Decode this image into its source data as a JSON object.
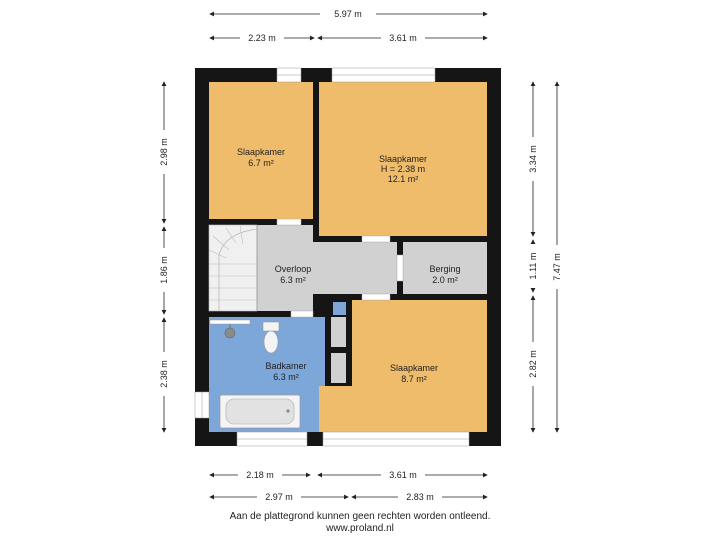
{
  "dimensions": {
    "top_total": "5.97 m",
    "top_left": "2.23 m",
    "top_right": "3.61 m",
    "bottom_left_1": "2.18 m",
    "bottom_right_1": "3.61 m",
    "bottom_left_2": "2.97 m",
    "bottom_right_2": "2.83 m",
    "left_top": "2.98 m",
    "left_middle": "1.86 m",
    "left_bottom": "2.38 m",
    "right_top": "3.34 m",
    "right_middle": "1.11 m",
    "right_bottom": "2.82 m",
    "right_total": "7.47 m"
  },
  "rooms": {
    "slaapkamer_1": {
      "name": "Slaapkamer",
      "area": "6.7 m²"
    },
    "slaapkamer_2": {
      "name": "Slaapkamer",
      "height": "H = 2.38 m",
      "area": "12.1 m²"
    },
    "overloop": {
      "name": "Overloop",
      "area": "6.3 m²"
    },
    "berging": {
      "name": "Berging",
      "area": "2.0 m²"
    },
    "badkamer": {
      "name": "Badkamer",
      "area": "6.3 m²"
    },
    "slaapkamer_3": {
      "name": "Slaapkamer",
      "area": "8.7 m²"
    }
  },
  "colors": {
    "bedroom": "#efbc6b",
    "circulation": "#d1d1d1",
    "bathroom": "#7da6d9",
    "wall": "#151515"
  },
  "footer": {
    "disclaimer": "Aan de plattegrond kunnen geen rechten worden ontleend.",
    "website": "www.proland.nl"
  }
}
